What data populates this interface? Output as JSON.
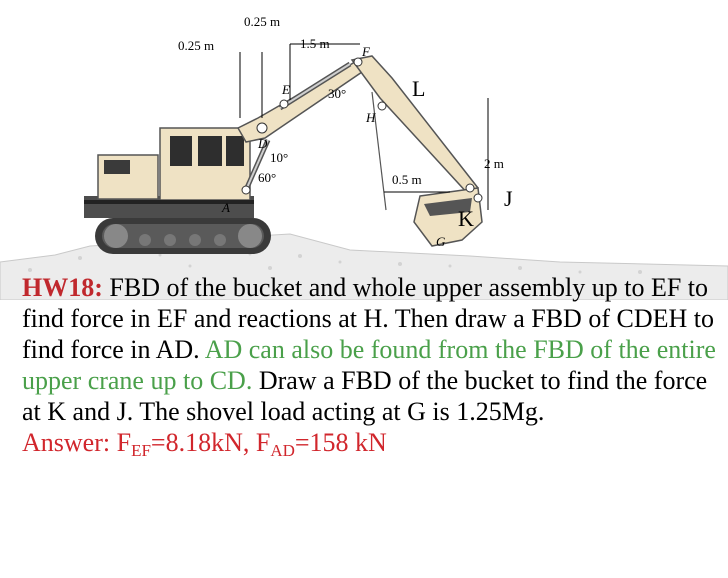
{
  "figure": {
    "dims": {
      "d1": "0.25 m",
      "d2": "0.25 m",
      "d3": "1.5 m",
      "d4": "2 m",
      "d5": "0.5 m"
    },
    "angles": {
      "a30": "30°",
      "a10": "10°",
      "a60": "60°"
    },
    "points": {
      "F": "F",
      "E": "E",
      "D": "D",
      "H": "H",
      "A": "A",
      "G": "G",
      "L": "L",
      "K": "K",
      "J": "J"
    }
  },
  "problem": {
    "hw_label": "HW18:",
    "line1": " FBD of  the bucket and whole upper assembly up to EF to find force in EF and reactions at H.  Then draw a FBD of CDEH to find force in AD. ",
    "green_text": "AD can also be found from the FBD of the entire upper crane up to CD.",
    "line2": "  Draw a FBD of the bucket to find the force at K and J.  The shovel load acting at G is 1.25Mg.",
    "answer": {
      "prefix": "Answer:  F",
      "sub1": "EF",
      "mid": "=8.18kN, F",
      "sub2": "AD",
      "suffix": "=158 kN"
    }
  }
}
